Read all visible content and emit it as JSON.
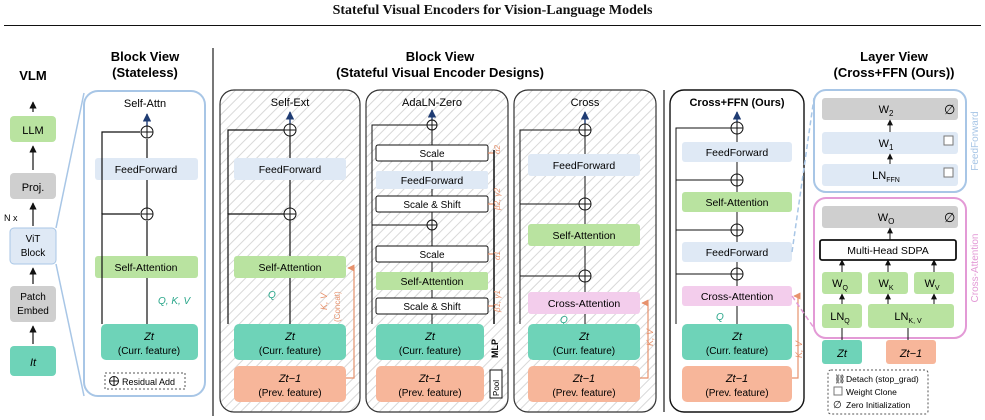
{
  "title": "Stateful Visual Encoders for Vision-Language Models",
  "vlm": {
    "header": "VLM",
    "llm": "LLM",
    "proj": "Proj.",
    "repeat": "N x",
    "vit_line1": "ViT",
    "vit_line2": "Block",
    "patch_line1": "Patch",
    "patch_line2": "Embed",
    "input": "It"
  },
  "stateless": {
    "header_line1": "Block View",
    "header_line2": "(Stateless)",
    "name": "Self-Attn",
    "ffn": "FeedForward",
    "attn": "Self-Attention",
    "qkv": "Q, K, V",
    "zt": "Zt",
    "zt_sub": "(Curr. feature)"
  },
  "legend_residual": "Residual Add",
  "stateful": {
    "header_line1": "Block View",
    "header_line2": "(Stateful Visual Encoder Designs)",
    "selfext": {
      "name": "Self-Ext",
      "ffn": "FeedForward",
      "attn": "Self-Attention",
      "q": "Q",
      "kv": "K, V",
      "concat": "(Concat)",
      "zt": "Zt",
      "zt_sub": "(Curr. feature)",
      "ztm1": "Zt−1",
      "ztm1_sub": "(Prev. feature)"
    },
    "adaln": {
      "name": "AdaLN-Zero",
      "scale_top": "Scale",
      "ffn": "FeedForward",
      "ss_top": "Scale & Shift",
      "scale_mid": "Scale",
      "attn": "Self-Attention",
      "ss_bot": "Scale & Shift",
      "mlp": "MLP",
      "pool": "Pool",
      "params": [
        "α2",
        "β2, γ2",
        "α1",
        "β1, γ1"
      ],
      "zt": "Zt",
      "zt_sub": "(Curr. feature)",
      "ztm1": "Zt−1",
      "ztm1_sub": "(Prev. feature)"
    },
    "cross": {
      "name": "Cross",
      "ffn": "FeedForward",
      "sattn": "Self-Attention",
      "cattn": "Cross-Attention",
      "q": "Q",
      "kv": "K, V",
      "zt": "Zt",
      "zt_sub": "(Curr. feature)",
      "ztm1": "Zt−1",
      "ztm1_sub": "(Prev. feature)"
    },
    "crossffn": {
      "name": "Cross+FFN (Ours)",
      "ffn_top": "FeedForward",
      "sattn": "Self-Attention",
      "ffn_mid": "FeedForward",
      "cattn": "Cross-Attention",
      "q": "Q",
      "kv": "K, V",
      "zt": "Zt",
      "zt_sub": "(Curr. feature)",
      "ztm1": "Zt−1",
      "ztm1_sub": "(Prev. feature)"
    }
  },
  "layer": {
    "header_line1": "Layer View",
    "header_line2": "(Cross+FFN (Ours))",
    "feedforward_label": "FeedForward",
    "crossattention_label": "Cross-Attention",
    "w2": "W",
    "w2_sub": "2",
    "w1": "W",
    "w1_sub": "1",
    "ln_ffn": "LN",
    "ln_ffn_sub": "FFN",
    "wo": "W",
    "wo_sub": "O",
    "sdpa": "Multi-Head SDPA",
    "wq": "W",
    "wq_sub": "Q",
    "wk": "W",
    "wk_sub": "K",
    "wv": "W",
    "wv_sub": "V",
    "lnq": "LN",
    "lnq_sub": "Q",
    "lnkv": "LN",
    "lnkv_sub": "K, V",
    "zt": "Zt",
    "ztm1": "Zt−1"
  },
  "legend": {
    "detach": "Detach (stop_grad)",
    "clone": "Weight Clone",
    "zero": "Zero Initialization"
  },
  "colors": {
    "green": "#b9e3a0",
    "teal": "#6ed3b8",
    "orange": "#f7b69a",
    "lightblue": "#dfe9f5",
    "pink": "#f3cdec",
    "gray": "#cfcfcf",
    "blueframe": "#a8c6e6",
    "pinkframe": "#e39ad6"
  }
}
